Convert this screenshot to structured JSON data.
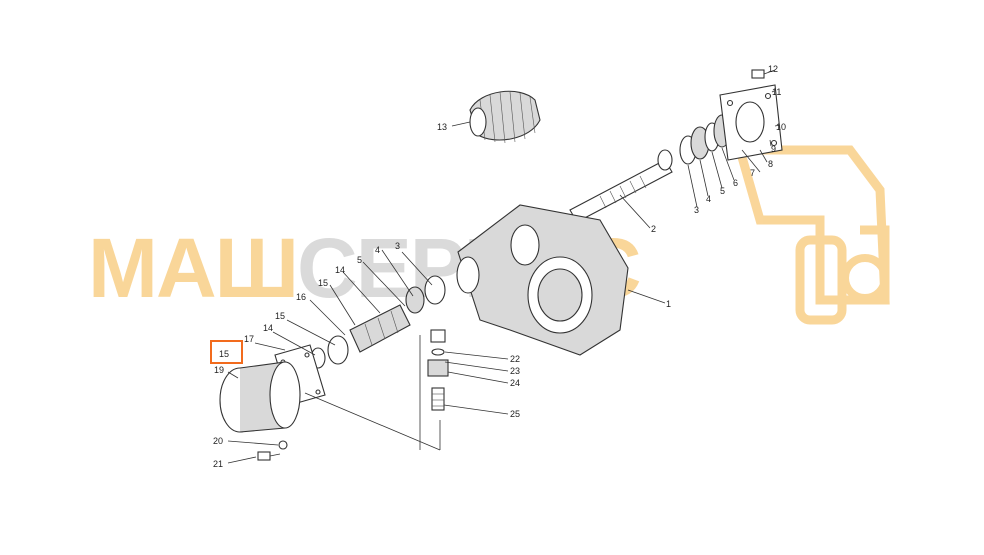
{
  "watermark": {
    "text": "МАШСЕРВИС",
    "color_primary": "#f5b547",
    "color_secondary": "#bdbdbd"
  },
  "highlight": {
    "label": "15",
    "color": "#f26b1d"
  },
  "callouts": {
    "c1": "1",
    "c2": "2",
    "c3a": "3",
    "c3b": "3",
    "c4a": "4",
    "c4b": "4",
    "c5a": "5",
    "c5b": "5",
    "c6": "6",
    "c7": "7",
    "c8": "8",
    "c9": "9",
    "c10": "10",
    "c11": "11",
    "c12": "12",
    "c13": "13",
    "c14a": "14",
    "c14b": "14",
    "c15a": "15",
    "c15b": "15",
    "c16": "16",
    "c17": "17",
    "c19": "19",
    "c20": "20",
    "c21": "21",
    "c22": "22",
    "c23": "23",
    "c24": "24",
    "c25": "25"
  }
}
